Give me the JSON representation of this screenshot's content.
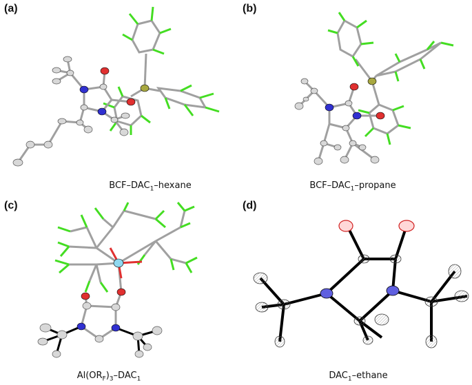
{
  "panels": [
    {
      "id": "a",
      "label": "(a)",
      "caption_pre": "BCF–DAC",
      "caption_sub": "1",
      "caption_post": "–hexane"
    },
    {
      "id": "b",
      "label": "(b)",
      "caption_pre": "BCF–DAC",
      "caption_sub": "1",
      "caption_post": "–propane"
    },
    {
      "id": "c",
      "label": "(c)",
      "caption_pre": "Al(OR",
      "caption_sub": "F",
      "caption_mid": ")",
      "caption_sub2": "3",
      "caption_post": "–DAC",
      "caption_sub3": "1"
    },
    {
      "id": "d",
      "label": "(d)",
      "caption_pre": "DAC",
      "caption_sub": "1",
      "caption_post": "–ethane"
    }
  ],
  "colors": {
    "carbon": "#d8d8d8",
    "nitrogen": "#3030d0",
    "oxygen": "#e03030",
    "fluorine": "#44dd22",
    "boron": "#a8a840",
    "aluminium": "#8fd8f0",
    "bond_light": "#a0a0a0",
    "bond_dark": "#000000"
  }
}
